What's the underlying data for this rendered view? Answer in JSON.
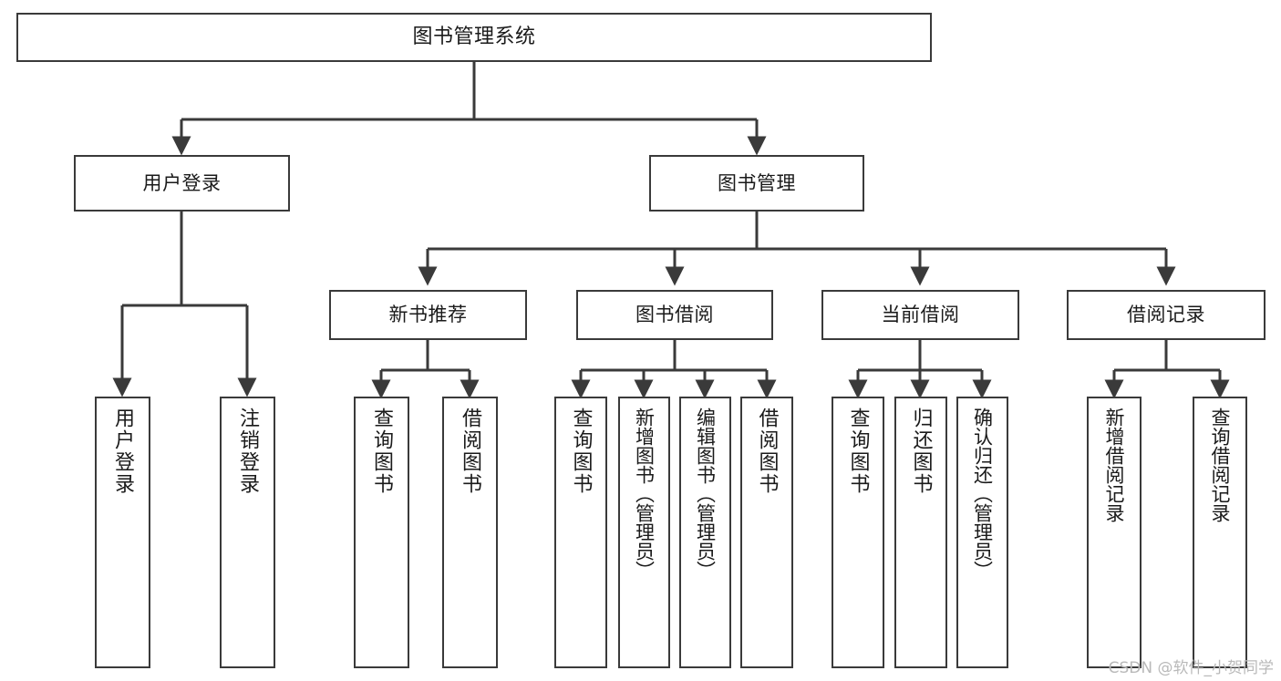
{
  "diagram": {
    "title": "图书管理系统",
    "type": "tree-hierarchy",
    "watermark": "CSDN @软件_小贺同学",
    "colors": {
      "stroke": "#3a3a3a",
      "fill": "#ffffff",
      "text": "#1a1a1a",
      "watermark": "#b9b9b9"
    },
    "nodes": {
      "root": {
        "label": "图书管理系统"
      },
      "level2": [
        {
          "id": "user-login",
          "label": "用户登录"
        },
        {
          "id": "book-manage",
          "label": "图书管理"
        }
      ],
      "level3": [
        {
          "id": "new-book-recommend",
          "label": "新书推荐"
        },
        {
          "id": "book-borrow",
          "label": "图书借阅"
        },
        {
          "id": "current-borrow",
          "label": "当前借阅"
        },
        {
          "id": "borrow-record",
          "label": "借阅记录"
        }
      ],
      "leaves": {
        "user_login": [
          {
            "id": "leaf-user-login",
            "label": "用户登录"
          },
          {
            "id": "leaf-logout",
            "label": "注销登录"
          }
        ],
        "new_book_recommend": [
          {
            "id": "leaf-query-book-1",
            "label": "查询图书"
          },
          {
            "id": "leaf-borrow-book-1",
            "label": "借阅图书"
          }
        ],
        "book_borrow": [
          {
            "id": "leaf-query-book-2",
            "label": "查询图书"
          },
          {
            "id": "leaf-add-book",
            "label": "新增图书（管理员）"
          },
          {
            "id": "leaf-edit-book",
            "label": "编辑图书（管理员）"
          },
          {
            "id": "leaf-borrow-book-2",
            "label": "借阅图书"
          }
        ],
        "current_borrow": [
          {
            "id": "leaf-query-book-3",
            "label": "查询图书"
          },
          {
            "id": "leaf-return-book",
            "label": "归还图书"
          },
          {
            "id": "leaf-confirm-return",
            "label": "确认归还（管理员）"
          }
        ],
        "borrow_record": [
          {
            "id": "leaf-add-record",
            "label": "新增借阅记录"
          },
          {
            "id": "leaf-query-record",
            "label": "查询借阅记录"
          }
        ]
      }
    }
  }
}
